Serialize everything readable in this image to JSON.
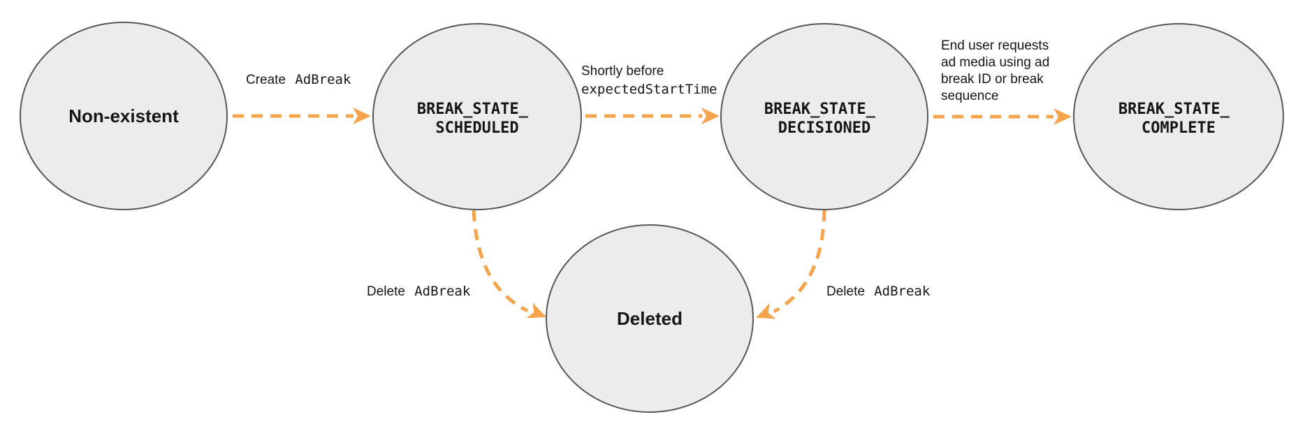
{
  "colors": {
    "arrow": "#F5A44C",
    "state_fill": "#ECECEC",
    "state_border": "#56575B",
    "text_color": "#161616",
    "background": "#FFFFFF"
  },
  "diagram": {
    "type": "state-transition-diagram"
  },
  "states": [
    {
      "id": "non-existent",
      "lines": [
        "Non-existent"
      ],
      "font": "sans-bold"
    },
    {
      "id": "break-state-scheduled",
      "lines": [
        "BREAK_STATE_",
        "SCHEDULED"
      ],
      "font": "mono-bold"
    },
    {
      "id": "break-state-decisioned",
      "lines": [
        "BREAK_STATE_",
        "DECISIONED"
      ],
      "font": "mono-bold"
    },
    {
      "id": "break-state-complete",
      "lines": [
        "BREAK_STATE_",
        "COMPLETE"
      ],
      "font": "mono-bold"
    },
    {
      "id": "deleted",
      "lines": [
        "Deleted"
      ],
      "font": "sans-bold"
    }
  ],
  "transitions": [
    {
      "id": "create-ad-break",
      "from": "non-existent",
      "to": "break-state-scheduled",
      "label_text": "Create",
      "label_code": "AdBreak"
    },
    {
      "id": "shortly-before-expected-start-time",
      "from": "break-state-scheduled",
      "to": "break-state-decisioned",
      "label_text": "Shortly before",
      "label_code": "expectedStartTime"
    },
    {
      "id": "end-user-requests-ad-media",
      "from": "break-state-decisioned",
      "to": "break-state-complete",
      "label_lines": [
        "End user requests",
        "ad media using ad",
        "break ID or break",
        "sequence"
      ]
    },
    {
      "id": "delete-ad-break-from-scheduled",
      "from": "break-state-scheduled",
      "to": "deleted",
      "label_text": "Delete",
      "label_code": "AdBreak"
    },
    {
      "id": "delete-ad-break-from-decisioned",
      "from": "break-state-decisioned",
      "to": "deleted",
      "label_text": "Delete",
      "label_code": "AdBreak"
    }
  ]
}
